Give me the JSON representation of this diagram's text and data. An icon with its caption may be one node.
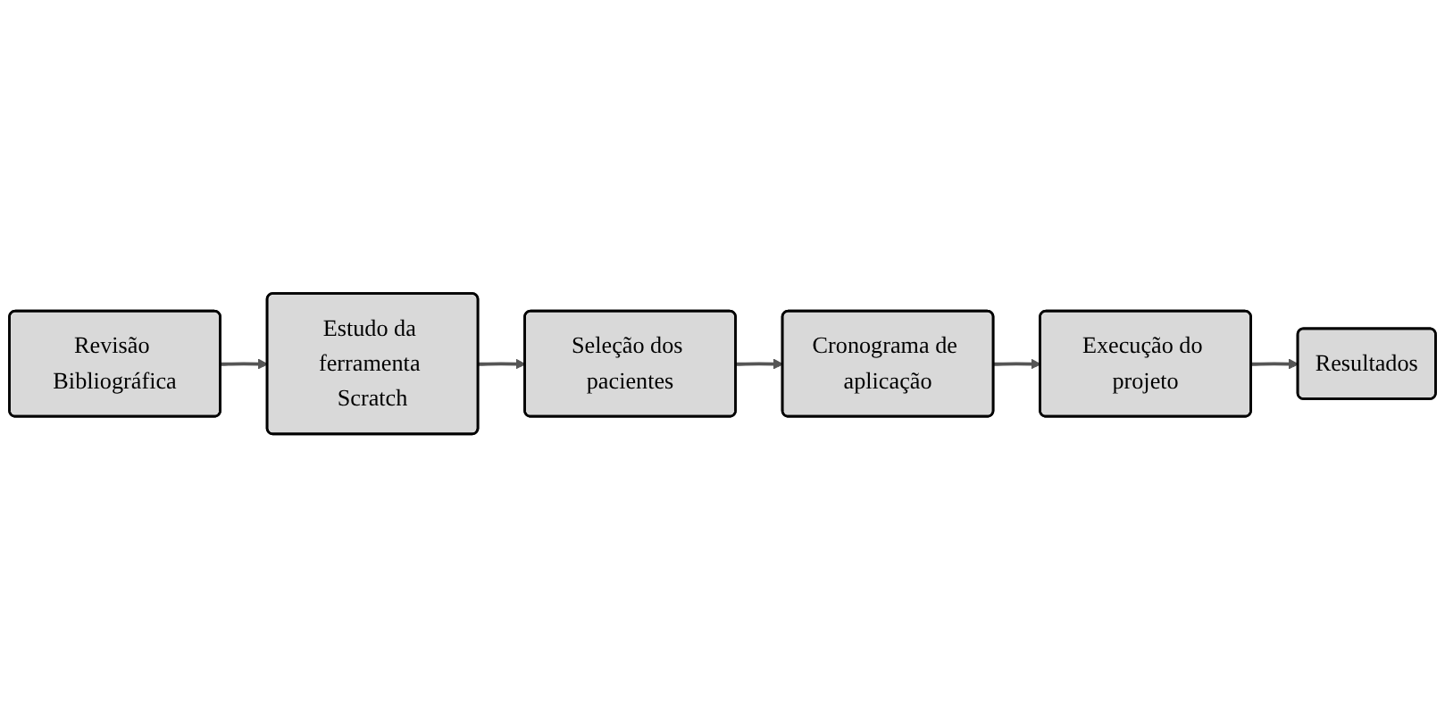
{
  "diagram": {
    "nodes": [
      {
        "text": [
          "Revisão Bibliográfica"
        ]
      },
      {
        "text": [
          "Estudo da ferramenta Scratch"
        ]
      },
      {
        "text": [
          "Seleção dos pacientes"
        ]
      },
      {
        "text": [
          "Cronograma de aplicação"
        ]
      },
      {
        "text": [
          "Execução do projeto"
        ]
      },
      {
        "text": [
          "Resultados"
        ]
      }
    ],
    "edges": [
      {
        "from": 0,
        "to": 1,
        "arrow": "to"
      },
      {
        "from": 1,
        "to": 2,
        "arrow": "to"
      },
      {
        "from": 2,
        "to": 3,
        "arrow": "to"
      },
      {
        "from": 3,
        "to": 4,
        "arrow": "to"
      },
      {
        "from": 4,
        "to": 5,
        "arrow": "to"
      }
    ]
  }
}
